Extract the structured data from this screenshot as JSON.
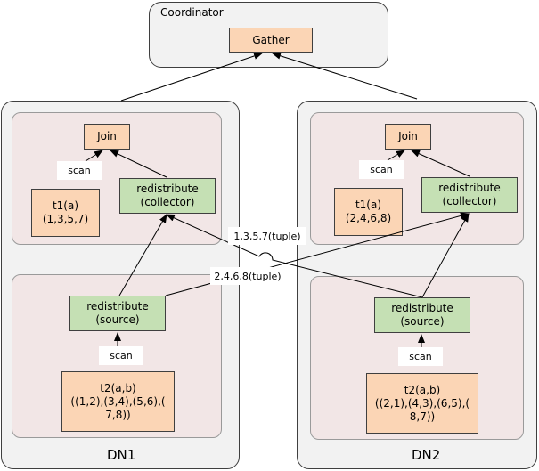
{
  "coordinator": {
    "title": "Coordinator",
    "gather": "Gather"
  },
  "dn1": {
    "name": "DN1",
    "join": "Join",
    "scan_top": "scan",
    "t1": "t1(a)\n(1,3,5,7)",
    "redis_collector": "redistribute\n(collector)",
    "redis_source": "redistribute\n(source)",
    "scan_bottom": "scan",
    "t2": "t2(a,b)\n((1,2),(3,4),(5,6),(\n7,8))"
  },
  "dn2": {
    "name": "DN2",
    "join": "Join",
    "scan_top": "scan",
    "t1": "t1(a)\n(2,4,6,8)",
    "redis_collector": "redistribute\n(collector)",
    "redis_source": "redistribute\n(source)",
    "scan_bottom": "scan",
    "t2": "t2(a,b)\n((2,1),(4,3),(6,5),(\n8,7))"
  },
  "flows": {
    "dn1_to_dn2": "1,3,5,7(tuple)",
    "dn2_to_dn1": "2,4,6,8(tuple)"
  }
}
